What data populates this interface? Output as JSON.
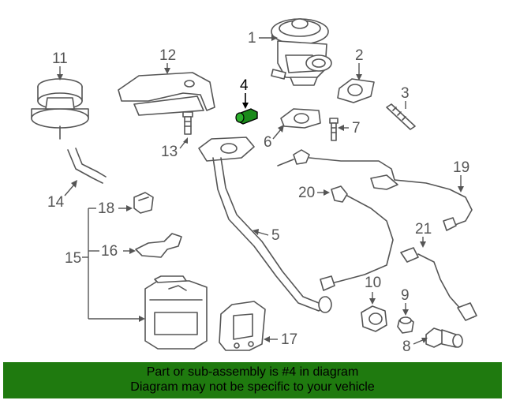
{
  "diagram": {
    "callouts": {
      "c1": "1",
      "c2": "2",
      "c3": "3",
      "c4": "4",
      "c5": "5",
      "c6": "6",
      "c7": "7",
      "c8": "8",
      "c9": "9",
      "c10": "10",
      "c11": "11",
      "c12": "12",
      "c13": "13",
      "c14": "14",
      "c15": "15",
      "c16": "16",
      "c17": "17",
      "c18": "18",
      "c19": "19",
      "c20": "20",
      "c21": "21"
    },
    "highlight_color": "#1a8a1a"
  },
  "banner": {
    "line1": "Part or sub-assembly is #4 in diagram",
    "line2": "Diagram may not be specific to your vehicle",
    "background": "#1f7a0f"
  }
}
